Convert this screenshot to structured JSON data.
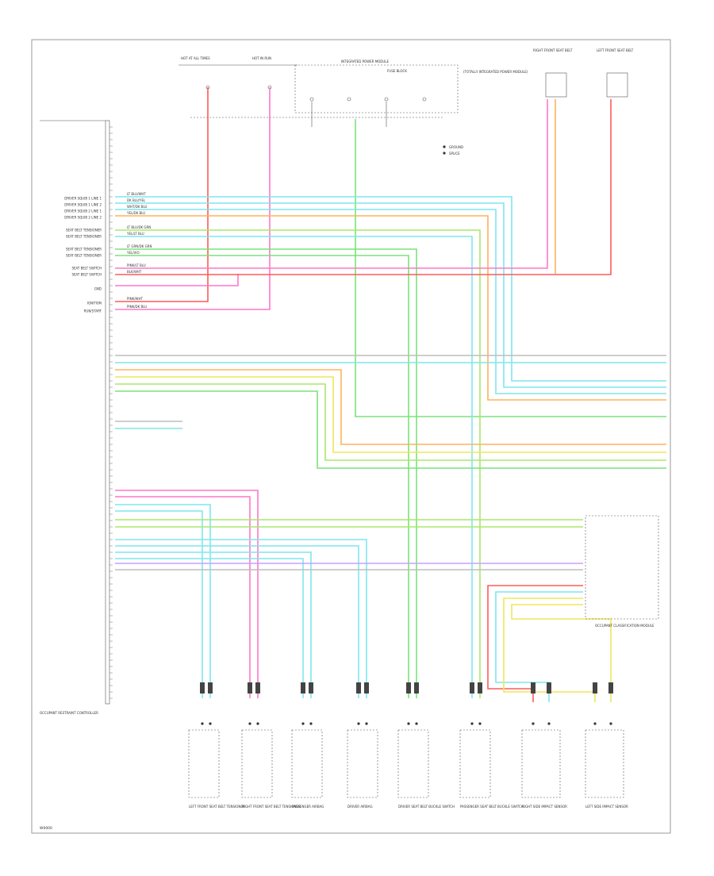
{
  "diagram": {
    "footer_code": "W0000",
    "colors": {
      "red": "#ff5a5a",
      "pink": "#ff77c8",
      "cyan": "#7fe6ee",
      "green": "#7be27b",
      "lightgreen": "#a8e86a",
      "orange": "#ffb35a",
      "yellow": "#f0e65a",
      "gray": "#bdbdbd",
      "violet": "#c9a0ff"
    },
    "top_labels": {
      "left_connector": "HOT AT ALL TIMES",
      "right_connector": "HOT IN RUN",
      "fuse_box_title": "INTEGRATED POWER MODULE",
      "fuse_box_sub": "FUSE BLOCK",
      "fuse_box_side": "(TOTALLY INTEGRATED POWER MODULE)",
      "right_top_1": "RIGHT FRONT SEAT BELT",
      "right_top_2": "LEFT FRONT SEAT BELT",
      "ground_note": "GROUND",
      "splice_note": "SPLICE"
    },
    "module_name": "OCCUPANT RESTRAINT CONTROLLER",
    "right_module_name": "OCCUPANT CLASSIFICATION MODULE",
    "bottom_components": [
      "LEFT FRONT SEAT BELT TENSIONER",
      "RIGHT FRONT SEAT BELT TENSIONER",
      "PASSENGER AIRBAG",
      "DRIVER AIRBAG",
      "DRIVER SEAT BELT BUCKLE SWITCH",
      "PASSENGER SEAT BELT BUCKLE SWITCH",
      "RIGHT SIDE IMPACT SENSOR",
      "LEFT SIDE IMPACT SENSOR"
    ],
    "left_pin_labels": [
      "DRIVER SQUIB 1 LINE 1",
      "DRIVER SQUIB 1 LINE 2",
      "DRIVER SQUIB 2 LINE 1",
      "DRIVER SQUIB 2 LINE 2",
      "SEAT BELT TENSIONER",
      "SEAT BELT TENSIONER",
      "SEAT BELT TENSIONER",
      "SEAT BELT TENSIONER",
      "SEAT BELT SWITCH",
      "SEAT BELT SWITCH",
      "GND",
      "IGNITION",
      "RUN/START"
    ],
    "wire_labels": [
      "LT BLU/WHT",
      "DK BLU/YEL",
      "WHT/DK BLU",
      "YEL/DK BLU",
      "LT BLU/DK GRN",
      "YEL/LT BLU",
      "LT GRN/DK GRN",
      "YEL/VIO",
      "PINK/LT BLU",
      "BLK/WHT",
      "PINK/WHT",
      "PINK/DK BLU"
    ]
  }
}
